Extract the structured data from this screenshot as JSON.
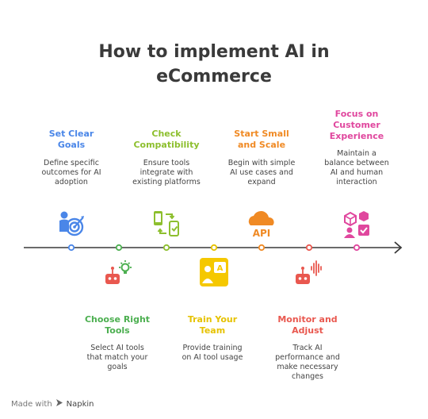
{
  "title": {
    "line1": "How to implement AI in",
    "line2": "eCommerce"
  },
  "colors": {
    "blue": "#4a86e8",
    "green": "#4caf50",
    "olive": "#8dbf2e",
    "yellow": "#e6c200",
    "orange": "#f08a24",
    "red": "#e9584f",
    "pink": "#e0479e",
    "line": "#3a3a3a"
  },
  "steps": [
    {
      "title": "Set Clear Goals",
      "title_lines": [
        "Set Clear",
        "Goals"
      ],
      "desc_lines": [
        "Define specific",
        "outcomes for AI",
        "adoption"
      ],
      "icon": "target-person-icon",
      "position": "top"
    },
    {
      "title": "Choose Right Tools",
      "title_lines": [
        "Choose Right",
        "Tools"
      ],
      "desc_lines": [
        "Select AI tools",
        "that match your",
        "goals"
      ],
      "icon": "robot-idea-icon",
      "position": "bottom"
    },
    {
      "title": "Check Compatibility",
      "title_lines": [
        "Check",
        "Compatibility"
      ],
      "desc_lines": [
        "Ensure tools",
        "integrate with",
        "existing platforms"
      ],
      "icon": "devices-sync-icon",
      "position": "top"
    },
    {
      "title": "Train Your Team",
      "title_lines": [
        "Train Your",
        "Team"
      ],
      "desc_lines": [
        "Provide training",
        "on AI tool usage"
      ],
      "icon": "ai-training-icon",
      "position": "bottom"
    },
    {
      "title": "Start Small and Scale",
      "title_lines": [
        "Start Small",
        "and Scale"
      ],
      "desc_lines": [
        "Begin with simple",
        "AI use cases and",
        "expand"
      ],
      "icon": "api-cloud-icon",
      "position": "top"
    },
    {
      "title": "Monitor and Adjust",
      "title_lines": [
        "Monitor and",
        "Adjust"
      ],
      "desc_lines": [
        "Track AI",
        "performance and",
        "make necessary",
        "changes"
      ],
      "icon": "robot-waveform-icon",
      "position": "bottom"
    },
    {
      "title": "Focus on Customer Experience",
      "title_lines": [
        "Focus on",
        "Customer",
        "Experience"
      ],
      "desc_lines": [
        "Maintain a",
        "balance between",
        "AI and human",
        "interaction"
      ],
      "icon": "customer-cubes-icon",
      "position": "top"
    }
  ],
  "footer": {
    "made_with": "Made with",
    "brand": "Napkin"
  }
}
